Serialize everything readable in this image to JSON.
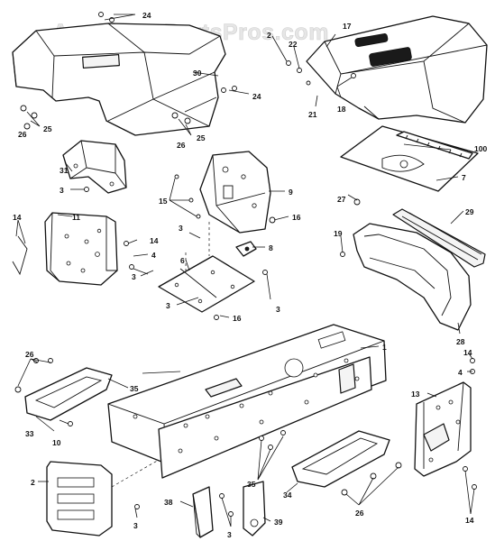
{
  "watermark": "AppliancePartsPros.com",
  "callouts": {
    "c1": "1",
    "c2a": "2",
    "c2b": "2",
    "c3a": "3",
    "c3b": "3",
    "c3c": "3",
    "c3d": "3",
    "c3e": "3",
    "c3f": "3",
    "c3g": "3",
    "c4a": "4",
    "c4b": "4",
    "c6": "6",
    "c7": "7",
    "c8": "8",
    "c9": "9",
    "c10": "10",
    "c11": "11",
    "c13": "13",
    "c14a": "14",
    "c14b": "14",
    "c14c": "14",
    "c14d": "14",
    "c15": "15",
    "c16a": "16",
    "c16b": "16",
    "c17": "17",
    "c18": "18",
    "c19": "19",
    "c21": "21",
    "c22": "22",
    "c24a": "24",
    "c24b": "24",
    "c25a": "25",
    "c25b": "25",
    "c26a": "26",
    "c26b": "26",
    "c26c": "26",
    "c26d": "26",
    "c27": "27",
    "c28": "28",
    "c29": "29",
    "c30": "30",
    "c31": "31",
    "c33": "33",
    "c34": "34",
    "c35a": "35",
    "c35b": "35",
    "c38": "38",
    "c39": "39",
    "c100": "100"
  }
}
